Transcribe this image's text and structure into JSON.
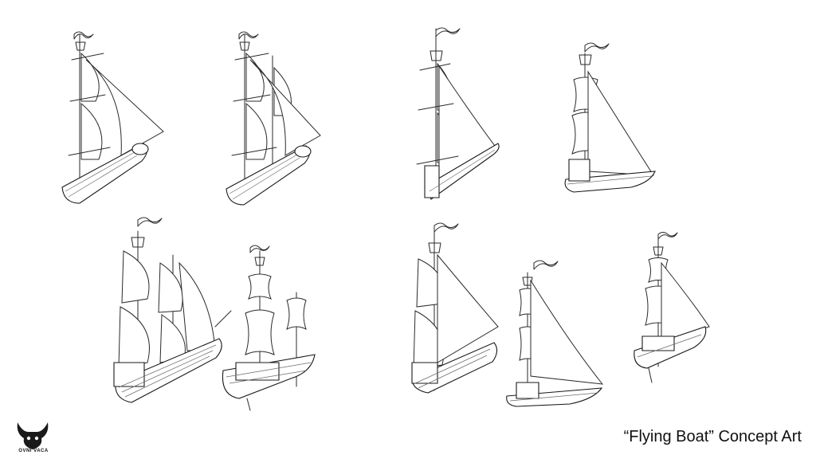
{
  "title": "“Flying Boat” Concept Art",
  "logo": {
    "text": "OVNI VACA",
    "icon": "cow-alien-logo"
  },
  "sketches": [
    {
      "name": "sketch-1"
    },
    {
      "name": "sketch-2"
    },
    {
      "name": "sketch-3"
    },
    {
      "name": "sketch-4"
    },
    {
      "name": "sketch-5"
    },
    {
      "name": "sketch-6"
    },
    {
      "name": "sketch-7"
    },
    {
      "name": "sketch-8"
    },
    {
      "name": "sketch-9"
    }
  ]
}
